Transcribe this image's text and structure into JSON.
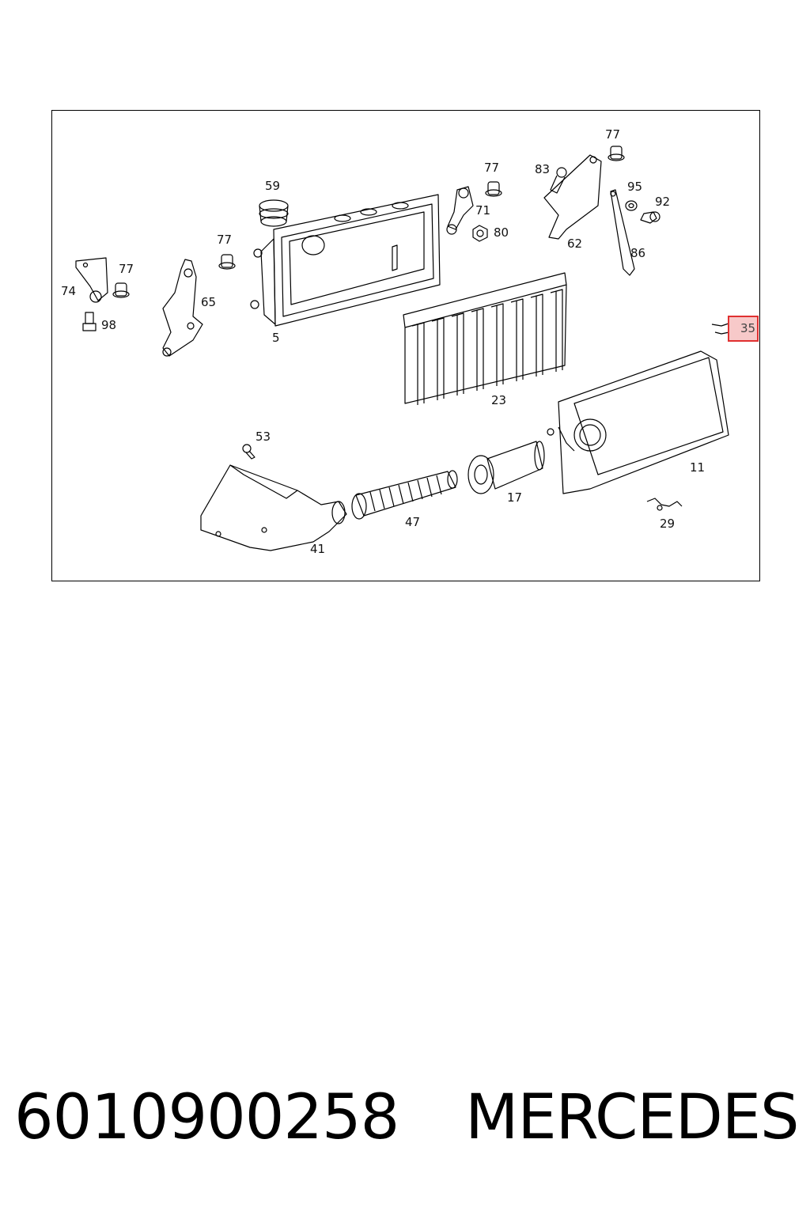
{
  "diagram": {
    "callouts": [
      "77",
      "83",
      "77",
      "95",
      "92",
      "59",
      "71",
      "80",
      "62",
      "86",
      "77",
      "77",
      "74",
      "65",
      "98",
      "5",
      "35",
      "23",
      "53",
      "11",
      "17",
      "47",
      "29",
      "41"
    ],
    "highlighted_callout": "35",
    "highlight_color": "#e03030"
  },
  "footer": {
    "part_number": "6010900258",
    "brand": "MERCEDES"
  }
}
